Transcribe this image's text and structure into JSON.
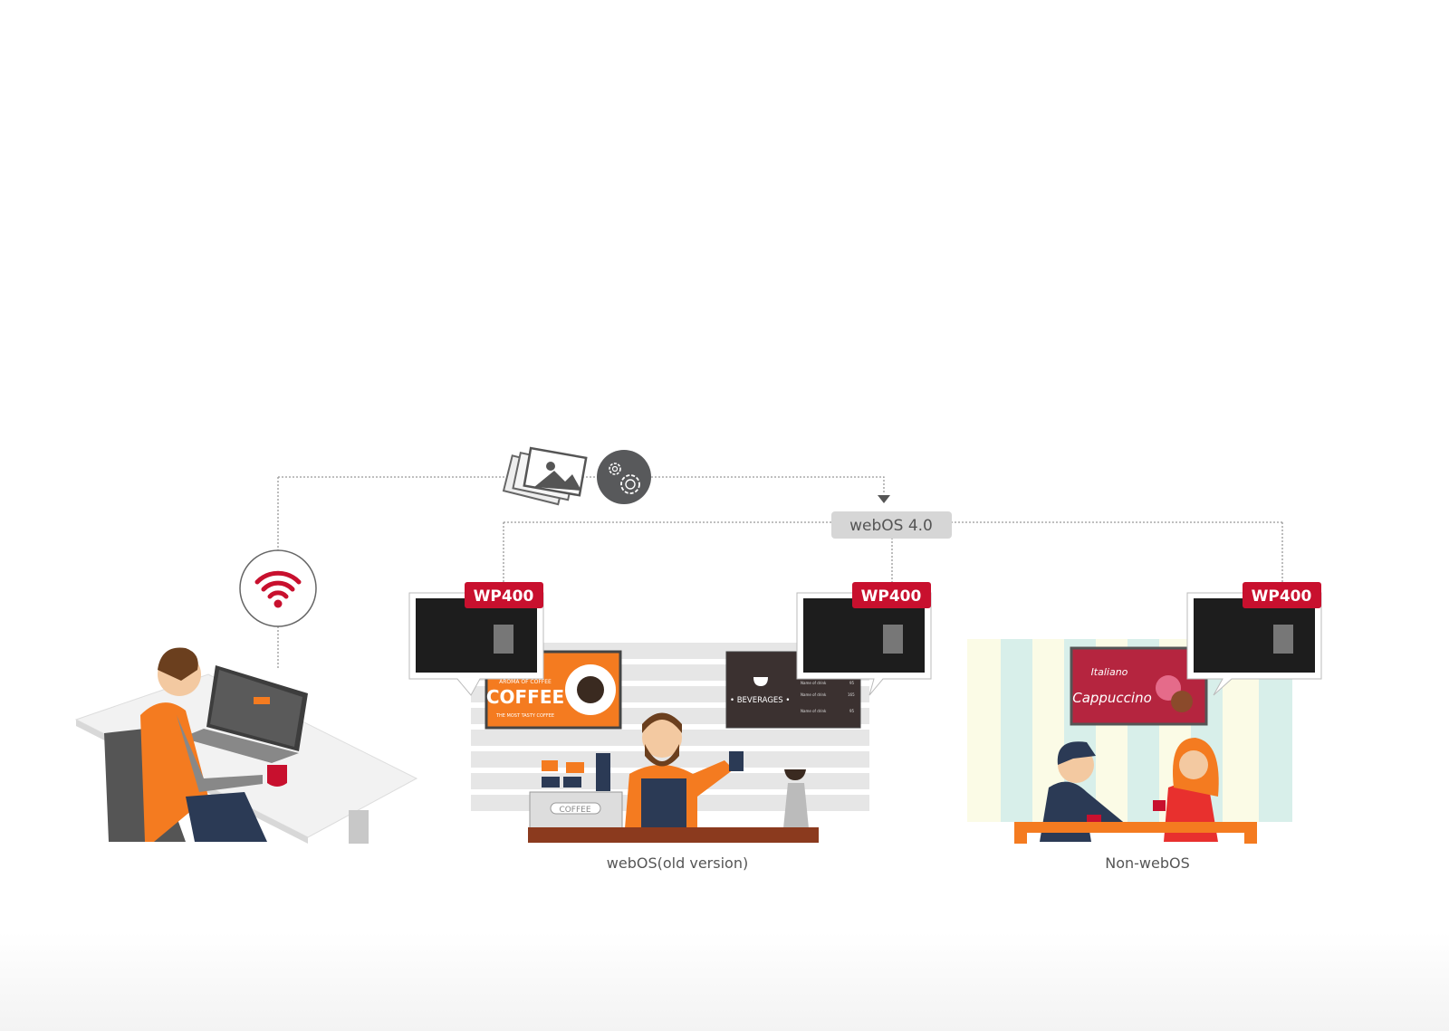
{
  "hub": {
    "label": "webOS 4.0"
  },
  "displays": [
    {
      "model": "WP400"
    },
    {
      "model": "WP400"
    },
    {
      "model": "WP400"
    }
  ],
  "scenes": {
    "old_webos": {
      "caption": "webOS(old version)"
    },
    "non_webos": {
      "caption": "Non-webOS"
    }
  },
  "signs": {
    "coffee": {
      "tagline": "AROMA OF COFFEE",
      "title": "COFFEE",
      "subtitle": "THE MOST TASTY COFFEE"
    },
    "beverages": {
      "title": "• BEVERAGES •",
      "items": [
        {
          "name": "Name of drink",
          "price": "95"
        },
        {
          "name": "Name of drink",
          "price": "165"
        },
        {
          "name": "Name of drink",
          "price": "95"
        }
      ]
    },
    "cappuccino": {
      "line1": "Italiano",
      "line2": "Cappuccino"
    },
    "machine": "COFFEE"
  },
  "icons": [
    "images-icon",
    "gears-icon",
    "wifi-icon",
    "arrow-down-icon"
  ],
  "colors": {
    "accent_red": "#c8102e",
    "orange": "#f47b20",
    "hub_gray": "#d6d6d6",
    "gear_circle": "#58595b"
  }
}
